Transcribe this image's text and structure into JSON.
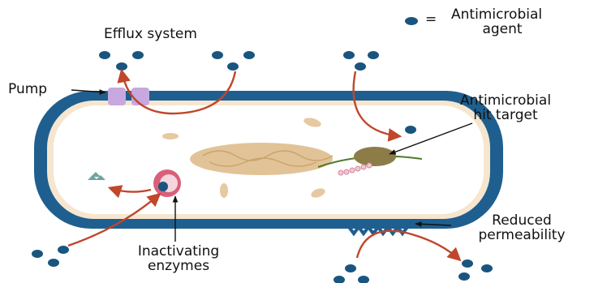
{
  "legend": {
    "symbol_icon": "blue-dot-icon",
    "equals": "=",
    "line1": "Antimicrobial",
    "line2": "agent"
  },
  "labels": {
    "efflux": "Efflux system",
    "pump": "Pump",
    "hit_target_line1": "Antimicrobial",
    "hit_target_line2": "hit target",
    "reduced_line1": "Reduced",
    "reduced_line2": "permeability",
    "inactivating_line1": "Inactivating",
    "inactivating_line2": "enzymes"
  },
  "colors": {
    "cell_wall": "#1f5f8f",
    "cell_wall_inner": "#f6e6cf",
    "agent_dot": "#19557f",
    "arrow": "#c0462c",
    "pump": "#c7a8df",
    "enzyme": "#d9607a",
    "target": "#8c7d48",
    "nucleoid": "#e2c397"
  }
}
